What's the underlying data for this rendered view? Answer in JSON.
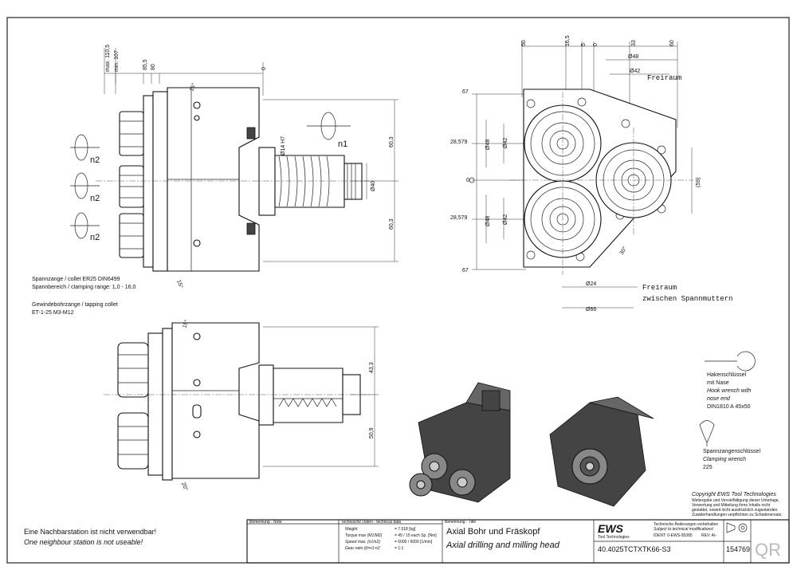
{
  "collet": {
    "line1": "Spannzange / collet   ER25   DIN6499",
    "line2": "Spannbereich / clamping range: 1,0 - 16,0"
  },
  "tapping": {
    "line1": "Gewindebohrzange / tapping collet",
    "line2": "ET-1-25  M3-M12"
  },
  "side_dims": {
    "max": "max. 110,5",
    "min": "min. 107",
    "d85": "85,5",
    "d80": "80",
    "d0": "0",
    "angle15a": "15°",
    "angle15b": "15°",
    "h7": "Ø14 H7",
    "d40": "Ø40",
    "d603a": "60,3",
    "d603b": "60,3",
    "n1": "n1",
    "n2a": "n2",
    "n2b": "n2",
    "n2c": "n2"
  },
  "bottom_dims": {
    "angle15": "15°",
    "angle20": "20°",
    "d433": "43,3",
    "d509": "50,9"
  },
  "front_dims": {
    "top50": "50",
    "top165": "16,5",
    "top5": "5",
    "top0": "0",
    "top33": "33",
    "top60": "60",
    "d48top": "Ø48",
    "d42top": "Ø42",
    "freiraum_label": "Freiraum",
    "left67a": "67",
    "left28a": "28,579",
    "left0": "0",
    "left28b": "28,579",
    "left67b": "67",
    "d48a": "Ø48",
    "d42a": "Ø42",
    "d48b": "Ø48",
    "d42b": "Ø42",
    "d59": "(59)",
    "angle30": "30°",
    "d24": "Ø24",
    "d66": "Ø66",
    "freiraum1": "Freiraum",
    "freiraum2": "zwischen Spannmuttern"
  },
  "tools": {
    "hook_de1": "Hakenschlüssel",
    "hook_de2": "mit Nase",
    "hook_en1": "Hook wrench with",
    "hook_en2": "nose end",
    "hook_din": "DIN1810  A  45x50",
    "clamp_de": "Spannzangenschlüssel",
    "clamp_en": "Clamping wrench",
    "clamp_no": "225"
  },
  "copyright": {
    "title": "Copyright EWS Tool Technologies",
    "l1": "Weitergabe und Vervielfältigung dieser Unterlage,",
    "l2": "Verwertung und Mitteilung ihres Inhalts nicht",
    "l3": "gestattet, soweit nicht ausdrücklich zugestanden.",
    "l4": "Zuwiderhandlungen verpflichten zu Schadenersatz."
  },
  "warning": {
    "de": "Eine Nachbarstation ist nicht verwendbar!",
    "en": "One neighbour station is not useable!"
  },
  "title_block": {
    "remark_hdr": "Bemerkung - Note",
    "tech_hdr": "Technische Daten - technical data",
    "weight_k": "Weight",
    "weight_v": "= 7.518 [kg]",
    "torque_k": "Torque max (M1/M2)",
    "torque_v": "= 45 / 15 each Sp. [Nm]",
    "speed_k": "Speed max. (n1/n2)",
    "speed_v": "= 6000 / 6000 [1/min]",
    "gear_k": "Gear ratio (i)=n1:n2",
    "gear_v": "= 1:1",
    "desc_hdr": "Benennung - Title",
    "title_de": "Axial Bohr und Fräskopf",
    "title_en": "Axial drilling and milling head",
    "logo": "EWS",
    "logo_sub": "Tool Technologies",
    "changes1": "Technische Änderungen vorbehalten",
    "changes2": "Subject to technical modifications!",
    "ident": "IDENT: 0-EWS-95385",
    "rev": "REV: A/-",
    "part_no": "40.4025TCTXTK66-S3",
    "number": "154769",
    "qr": "QR"
  }
}
